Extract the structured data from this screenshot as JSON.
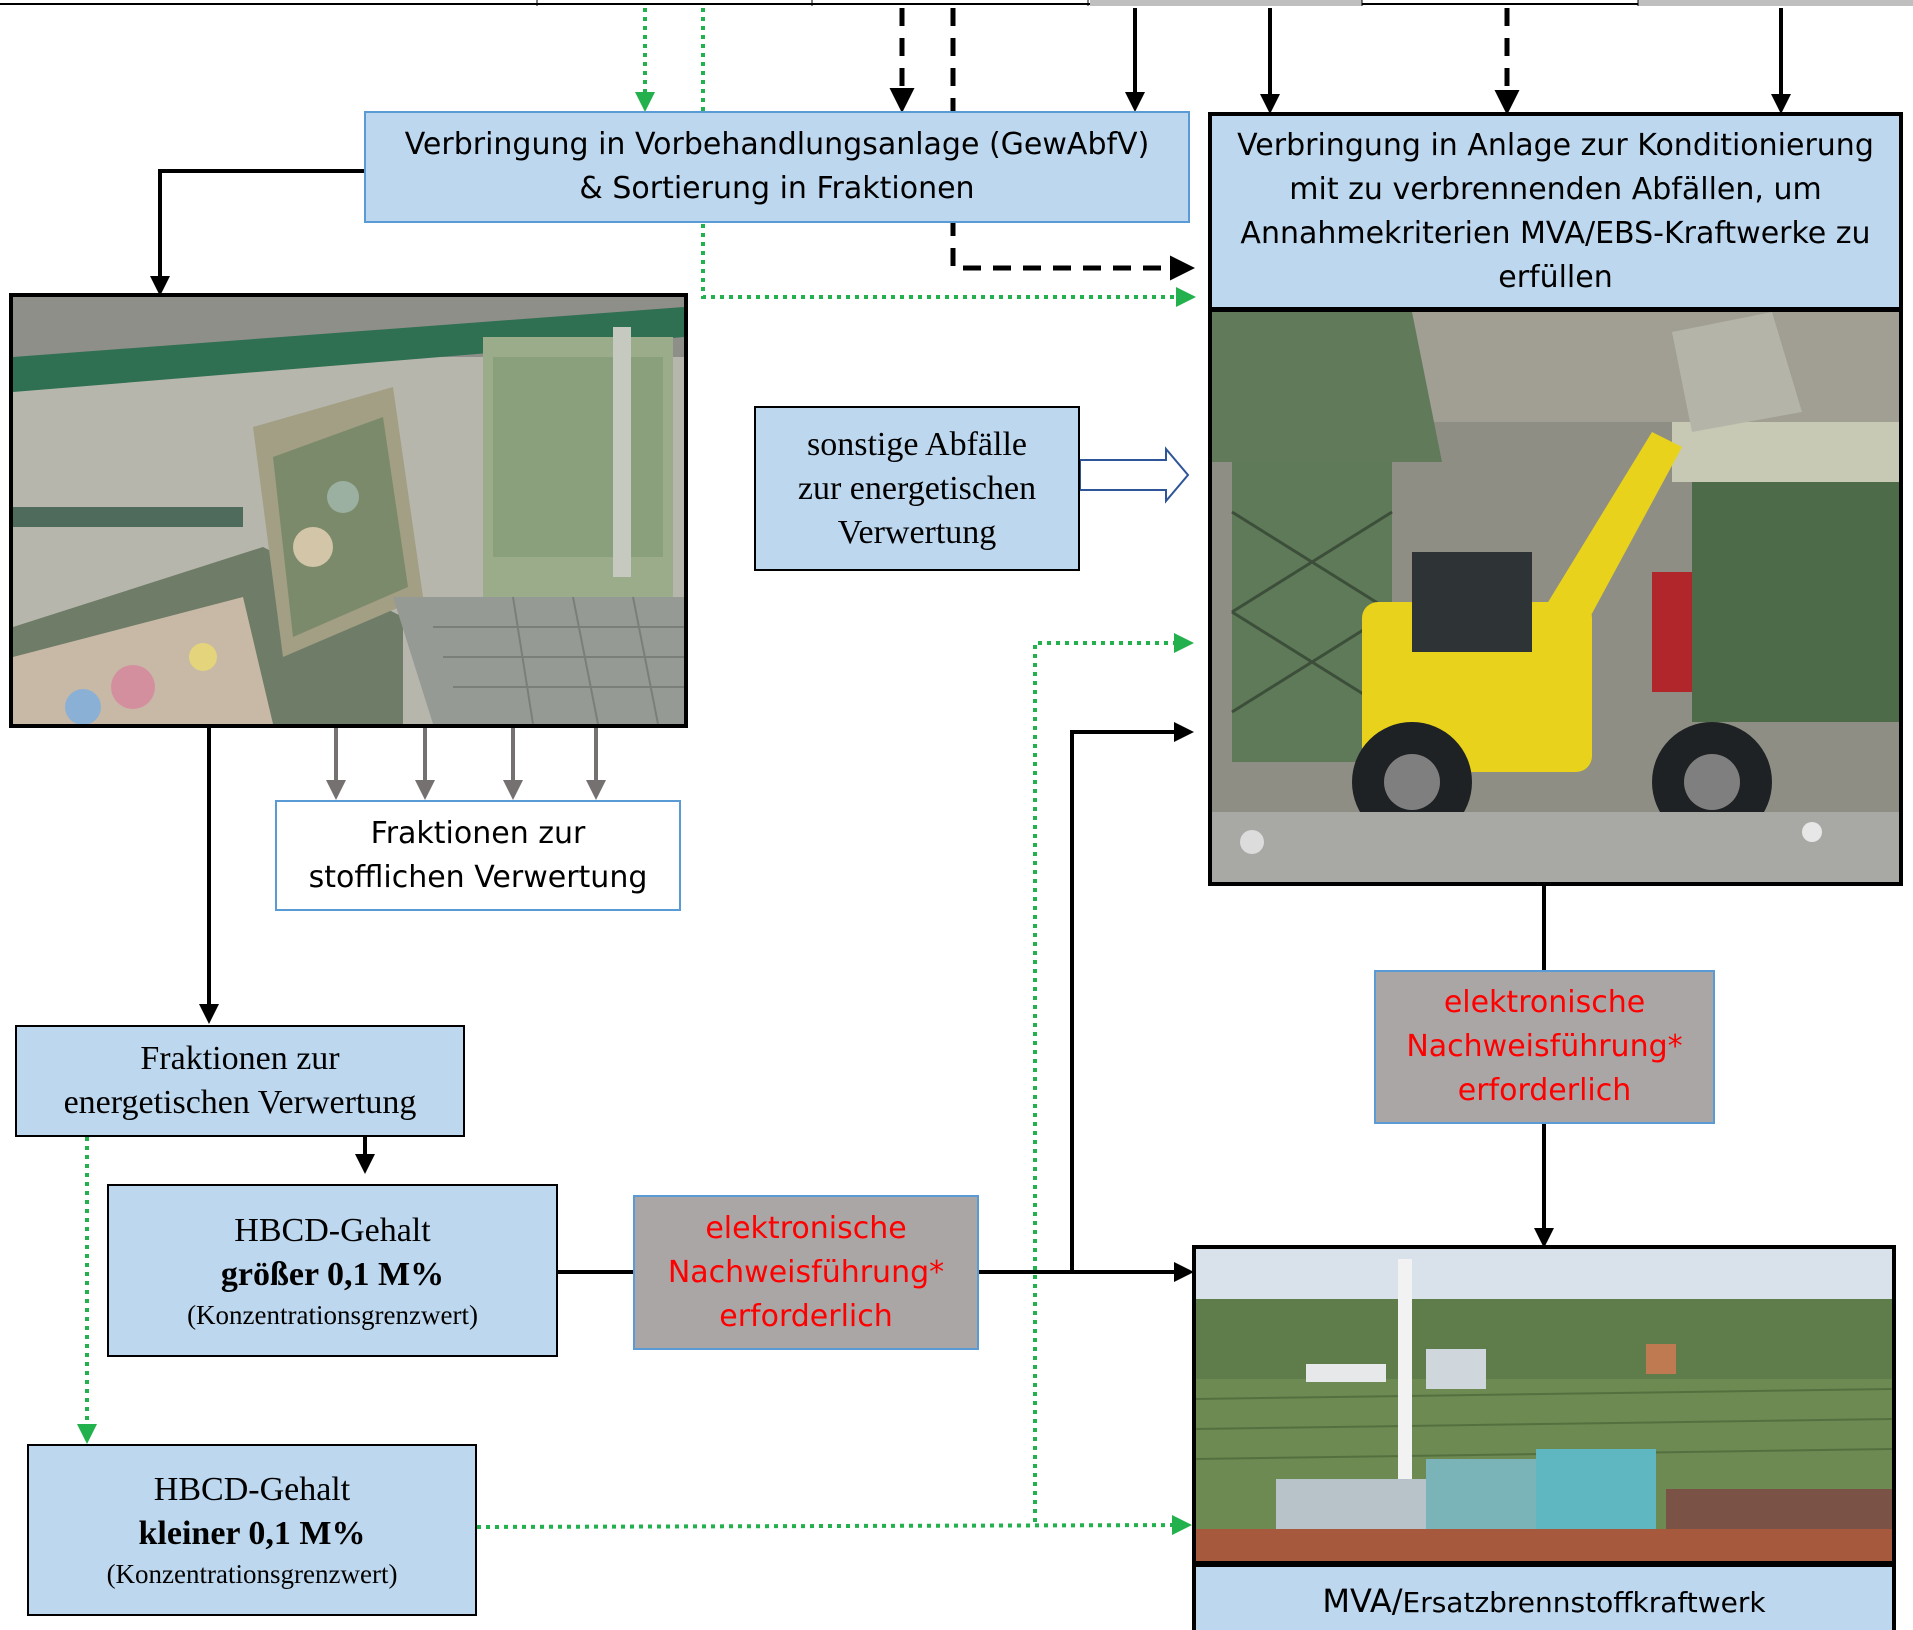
{
  "nodes": {
    "vorbehandlung": {
      "line1": "Verbringung in Vorbehandlungsanlage (GewAbfV)",
      "line2": "& Sortierung in Fraktionen"
    },
    "konditionierung": {
      "line1": "Verbringung in Anlage zur Konditionierung",
      "line2": "mit zu verbrennenden Abfällen, um",
      "line3": "Annahmekriterien MVA/EBS-Kraftwerke zu",
      "line4": "erfüllen"
    },
    "sonstige": {
      "line1": "sonstige Abfälle",
      "line2": "zur energetischen",
      "line3": "Verwertung"
    },
    "stofflich": {
      "line1": "Fraktionen zur",
      "line2": "stofflichen Verwertung"
    },
    "energetisch": {
      "line1": "Fraktionen zur",
      "line2": "energetischen Verwertung"
    },
    "hbcd_gross": {
      "line1": "HBCD-Gehalt",
      "line2": "größer 0,1 M%",
      "line3": "(Konzentrationsgrenzwert)"
    },
    "hbcd_klein": {
      "line1": "HBCD-Gehalt",
      "line2": "kleiner 0,1 M%",
      "line3": "(Konzentrationsgrenzwert)"
    },
    "nachweis_left": {
      "line1": "elektronische",
      "line2": "Nachweisführung*",
      "line3": "erforderlich"
    },
    "nachweis_right": {
      "line1": "elektronische",
      "line2": "Nachweisführung*",
      "line3": "erforderlich"
    },
    "mva": {
      "main": "MVA/",
      "rest": "Ersatzbrennstoffkraftwerk"
    }
  },
  "photos": {
    "sorting": "sorting-plant-photo",
    "loader": "wheel-loader-photo",
    "mva": "incineration-plant-photo"
  },
  "colors": {
    "box_blue": "#bdd7ee",
    "box_border": "#5b9bd5",
    "box_gray": "#aaa6a6",
    "red_text": "#ff0000",
    "green_dotted": "#22b14c",
    "gray_arrow": "#767171"
  }
}
